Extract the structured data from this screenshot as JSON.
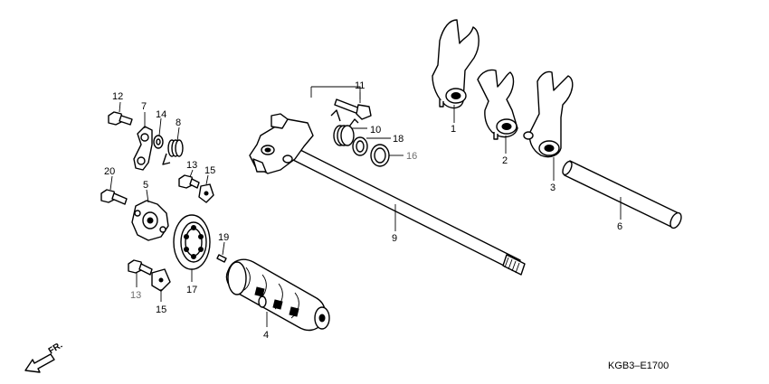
{
  "labels": {
    "p1": "1",
    "p2": "2",
    "p3": "3",
    "p4": "4",
    "p5": "5",
    "p6": "6",
    "p7": "7",
    "p8": "8",
    "p9": "9",
    "p10": "10",
    "p11": "11",
    "p12": "12",
    "p13a": "13",
    "p13b": "13",
    "p14": "14",
    "p15a": "15",
    "p15b": "15",
    "p16": "16",
    "p17": "17",
    "p18": "18",
    "p19": "19",
    "p20": "20"
  },
  "diagram_code": "KGB3–E1700",
  "front_marker": "FR.",
  "colors": {
    "line": "#000000",
    "gray_label": "#6e6e6e"
  }
}
